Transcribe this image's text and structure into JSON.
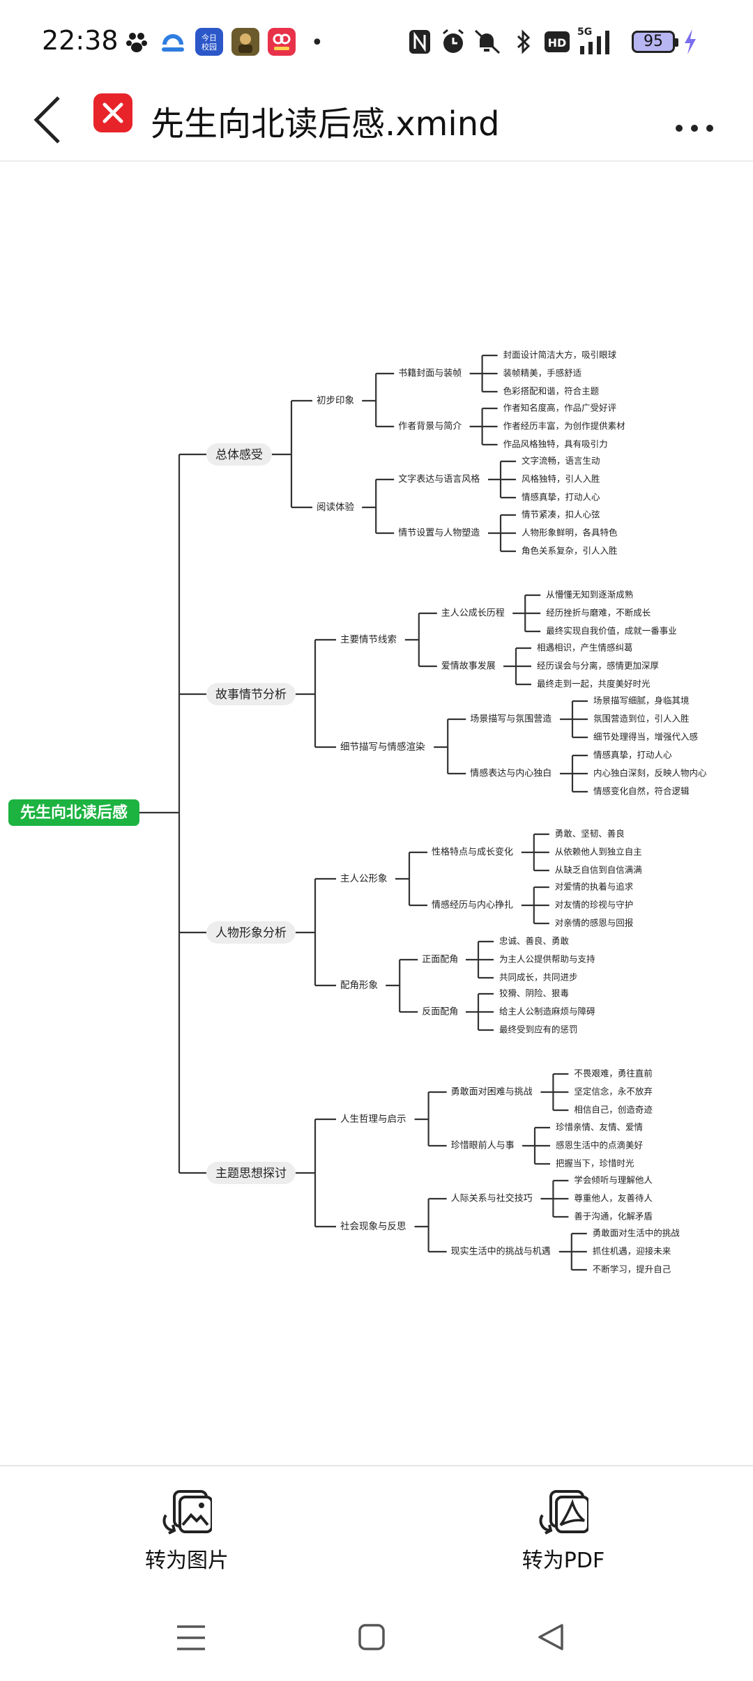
{
  "status_bar": {
    "time": "22:38",
    "apps": [
      "paw-app-icon",
      "cloud-app-icon",
      "campus-app-icon",
      "game-app-icon",
      "shop-app-icon"
    ],
    "app_colors": [
      "#1a1a1a",
      "#2f7de1",
      "#2b57c9",
      "#6b5a2c",
      "#e8324a"
    ],
    "campus_app_text": "今日校园",
    "indicators": [
      "nfc-icon",
      "alarm-icon",
      "mute-icon",
      "bluetooth-icon",
      "hd-icon",
      "signal-5g-icon"
    ],
    "hd_label": "HD",
    "network_label": "5G",
    "battery_level": "95"
  },
  "title_bar": {
    "file_title": "先生向北读后感.xmind",
    "accent": "#e8242b"
  },
  "mindmap": {
    "root": "先生向北读后感",
    "root_color": "#1db341",
    "branches": [
      {
        "label": "总体感受",
        "children": [
          {
            "label": "初步印象",
            "children": [
              {
                "label": "书籍封面与装帧",
                "leaves": [
                  "封面设计简洁大方，吸引眼球",
                  "装帧精美，手感舒适",
                  "色彩搭配和谐，符合主题"
                ]
              },
              {
                "label": "作者背景与简介",
                "leaves": [
                  "作者知名度高，作品广受好评",
                  "作者经历丰富，为创作提供素材",
                  "作品风格独特，具有吸引力"
                ]
              }
            ]
          },
          {
            "label": "阅读体验",
            "children": [
              {
                "label": "文字表达与语言风格",
                "leaves": [
                  "文字流畅，语言生动",
                  "风格独特，引人入胜",
                  "情感真挚，打动人心"
                ]
              },
              {
                "label": "情节设置与人物塑造",
                "leaves": [
                  "情节紧凑，扣人心弦",
                  "人物形象鲜明，各具特色",
                  "角色关系复杂，引人入胜"
                ]
              }
            ]
          }
        ]
      },
      {
        "label": "故事情节分析",
        "children": [
          {
            "label": "主要情节线索",
            "children": [
              {
                "label": "主人公成长历程",
                "leaves": [
                  "从懵懂无知到逐渐成熟",
                  "经历挫折与磨难，不断成长",
                  "最终实现自我价值，成就一番事业"
                ]
              },
              {
                "label": "爱情故事发展",
                "leaves": [
                  "相遇相识，产生情感纠葛",
                  "经历误会与分离，感情更加深厚",
                  "最终走到一起，共度美好时光"
                ]
              }
            ]
          },
          {
            "label": "细节描写与情感渲染",
            "children": [
              {
                "label": "场景描写与氛围营造",
                "leaves": [
                  "场景描写细腻，身临其境",
                  "氛围营造到位，引人入胜",
                  "细节处理得当，增强代入感"
                ]
              },
              {
                "label": "情感表达与内心独白",
                "leaves": [
                  "情感真挚，打动人心",
                  "内心独白深刻，反映人物内心",
                  "情感变化自然，符合逻辑"
                ]
              }
            ]
          }
        ]
      },
      {
        "label": "人物形象分析",
        "children": [
          {
            "label": "主人公形象",
            "children": [
              {
                "label": "性格特点与成长变化",
                "leaves": [
                  "勇敢、坚韧、善良",
                  "从依赖他人到独立自主",
                  "从缺乏自信到自信满满"
                ]
              },
              {
                "label": "情感经历与内心挣扎",
                "leaves": [
                  "对爱情的执着与追求",
                  "对友情的珍视与守护",
                  "对亲情的感恩与回报"
                ]
              }
            ]
          },
          {
            "label": "配角形象",
            "children": [
              {
                "label": "正面配角",
                "leaves": [
                  "忠诚、善良、勇敢",
                  "为主人公提供帮助与支持",
                  "共同成长，共同进步"
                ]
              },
              {
                "label": "反面配角",
                "leaves": [
                  "狡猾、阴险、狠毒",
                  "给主人公制造麻烦与障碍",
                  "最终受到应有的惩罚"
                ]
              }
            ]
          }
        ]
      },
      {
        "label": "主题思想探讨",
        "children": [
          {
            "label": "人生哲理与启示",
            "children": [
              {
                "label": "勇敢面对困难与挑战",
                "leaves": [
                  "不畏艰难，勇往直前",
                  "坚定信念，永不放弃",
                  "相信自己，创造奇迹"
                ]
              },
              {
                "label": "珍惜眼前人与事",
                "leaves": [
                  "珍惜亲情、友情、爱情",
                  "感恩生活中的点滴美好",
                  "把握当下，珍惜时光"
                ]
              }
            ]
          },
          {
            "label": "社会现象与反思",
            "children": [
              {
                "label": "人际关系与社交技巧",
                "leaves": [
                  "学会倾听与理解他人",
                  "尊重他人，友善待人",
                  "善于沟通，化解矛盾"
                ]
              },
              {
                "label": "现实生活中的挑战与机遇",
                "leaves": [
                  "勇敢面对生活中的挑战",
                  "抓住机遇，迎接未来",
                  "不断学习，提升自己"
                ]
              }
            ]
          }
        ]
      }
    ]
  },
  "bottom_actions": {
    "to_image": "转为图片",
    "to_pdf": "转为PDF"
  },
  "nav_bar": {
    "buttons": [
      "menu-icon",
      "home-icon",
      "back-icon"
    ]
  }
}
